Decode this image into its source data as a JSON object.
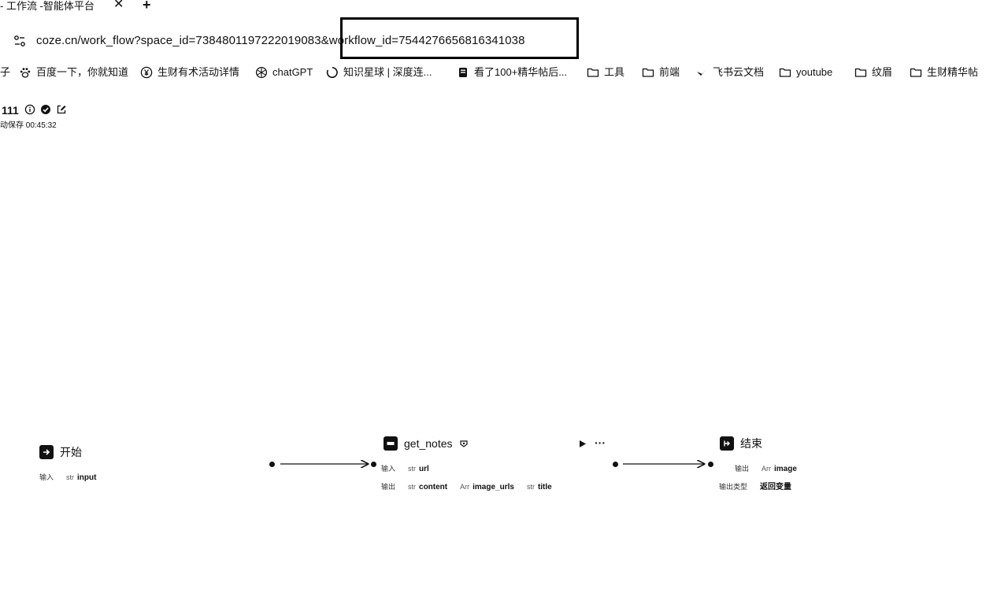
{
  "tab": {
    "title": "- 工作流 -智能体平台",
    "close": "✕",
    "new": "+"
  },
  "address": {
    "url_prefix": "coze.cn/work_flow?space_id=7384801197222019083&",
    "url_highlight": "workflow_id=7544276656816341038"
  },
  "bookmarks": [
    {
      "label": "子",
      "icon": "none"
    },
    {
      "label": "百度一下，你就知道",
      "icon": "paw-icon"
    },
    {
      "label": "生财有术活动详情",
      "icon": "yen-circle-icon"
    },
    {
      "label": "chatGPT",
      "icon": "openai-icon"
    },
    {
      "label": "知识星球 | 深度连...",
      "icon": "loading-ring-icon"
    },
    {
      "label": "看了100+精华帖后...",
      "icon": "book-icon"
    },
    {
      "label": "工具",
      "icon": "folder-icon"
    },
    {
      "label": "前端",
      "icon": "folder-icon"
    },
    {
      "label": "飞书云文档",
      "icon": "feishu-icon"
    },
    {
      "label": "youtube",
      "icon": "folder-icon"
    },
    {
      "label": "纹眉",
      "icon": "folder-icon"
    },
    {
      "label": "生财精华帖",
      "icon": "folder-icon"
    }
  ],
  "workflow": {
    "name": "111",
    "saved": "动保存 00:45:32"
  },
  "nodes": {
    "start": {
      "title": "开始",
      "input_label": "输入",
      "input_type": "str",
      "input_name": "input"
    },
    "get_notes": {
      "title": "get_notes",
      "input_label": "输入",
      "input_type": "str",
      "input_name": "url",
      "output_label": "输出",
      "outputs": [
        {
          "type": "str",
          "name": "content"
        },
        {
          "type": "Arr",
          "name": "image_urls"
        },
        {
          "type": "str",
          "name": "title"
        }
      ],
      "more": "···"
    },
    "end": {
      "title": "结束",
      "output_label": "输出",
      "output_type": "Arr",
      "output_name": "image",
      "output_kind_label": "输出类型",
      "output_kind_value": "返回变量"
    }
  }
}
